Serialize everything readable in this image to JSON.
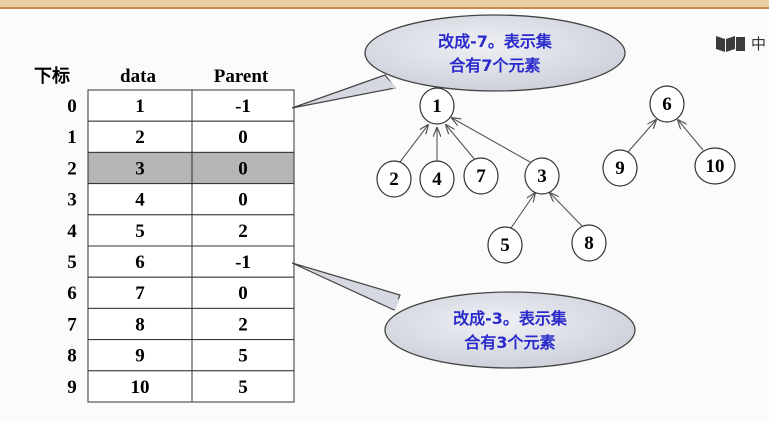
{
  "header": {
    "index_label": "下标",
    "data_label": "data",
    "parent_label": "Parent"
  },
  "rows": [
    {
      "index": "0",
      "data": "1",
      "parent": "-1",
      "highlighted": false
    },
    {
      "index": "1",
      "data": "2",
      "parent": "0",
      "highlighted": false
    },
    {
      "index": "2",
      "data": "3",
      "parent": "0",
      "highlighted": true
    },
    {
      "index": "3",
      "data": "4",
      "parent": "0",
      "highlighted": false
    },
    {
      "index": "4",
      "data": "5",
      "parent": "2",
      "highlighted": false
    },
    {
      "index": "5",
      "data": "6",
      "parent": "-1",
      "highlighted": false
    },
    {
      "index": "6",
      "data": "7",
      "parent": "0",
      "highlighted": false
    },
    {
      "index": "7",
      "data": "8",
      "parent": "2",
      "highlighted": false
    },
    {
      "index": "8",
      "data": "9",
      "parent": "5",
      "highlighted": false
    },
    {
      "index": "9",
      "data": "10",
      "parent": "5",
      "highlighted": false
    }
  ],
  "callouts": {
    "top": {
      "line1": "改成-7。表示集",
      "line2": "合有7个元素"
    },
    "bottom": {
      "line1": "改成-3。表示集",
      "line2": "合有3个元素"
    }
  },
  "trees": [
    {
      "root": "1",
      "children": [
        "2",
        "4",
        "7",
        "3"
      ],
      "grandchildren_of_3": [
        "5",
        "8"
      ]
    },
    {
      "root": "6",
      "children": [
        "9",
        "10"
      ]
    }
  ],
  "corner_widget": {
    "icon": "book-icon",
    "text": "中"
  },
  "colors": {
    "callout_text": "#2a2acc",
    "callout_fill": "#d9dbe3",
    "highlight_row": "#b5b5b5",
    "top_rule": "#c98a46"
  }
}
